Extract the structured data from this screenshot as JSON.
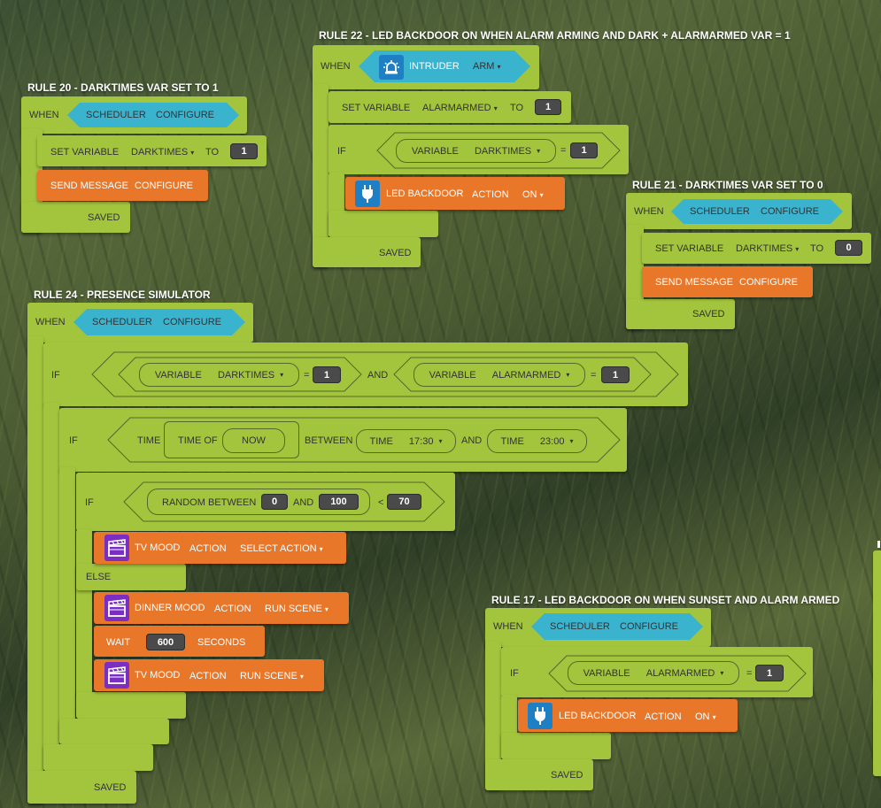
{
  "common": {
    "when": "WHEN",
    "if": "IF",
    "else": "ELSE",
    "saved": "SAVED",
    "and": "AND",
    "eq": "=",
    "lt": "<",
    "scheduler": "SCHEDULER",
    "configure": "CONFIGURE",
    "set_variable": "SET VARIABLE",
    "to": "TO",
    "variable": "VARIABLE",
    "send_message": "SEND MESSAGE",
    "action": "ACTION",
    "caret": "▾"
  },
  "rule20": {
    "title": "RULE 20 - DARKTIMES VAR SET TO 1",
    "var": "DARKTIMES",
    "value": "1",
    "msg": "CONFIGURE"
  },
  "rule22": {
    "title": "RULE 22 - LED BACKDOOR ON WHEN ALARM ARMING AND DARK + ALARMARMED VAR = 1",
    "trigger_device": "INTRUDER",
    "trigger_event": "ARM",
    "set_var": "ALARMARMED",
    "set_value": "1",
    "if_var": "DARKTIMES",
    "if_value": "1",
    "device": "LED BACKDOOR",
    "device_action": "ON"
  },
  "rule21": {
    "title": "RULE 21 - DARKTIMES VAR SET TO 0",
    "var": "DARKTIMES",
    "value": "0",
    "msg": "CONFIGURE"
  },
  "rule24": {
    "title": "RULE 24 - PRESENCE SIMULATOR",
    "var1": "DARKTIMES",
    "val1": "1",
    "var2": "ALARMARMED",
    "val2": "1",
    "time": "TIME",
    "time_of": "TIME OF",
    "now": "NOW",
    "between": "BETWEEN",
    "time_start": "17:30",
    "time_end": "23:00",
    "random_between": "RANDOM BETWEEN",
    "rand_min": "0",
    "rand_max": "100",
    "rand_cmp": "70",
    "tv_mood": "TV MOOD",
    "select_action": "SELECT ACTION",
    "dinner_mood": "DINNER MOOD",
    "run_scene": "RUN SCENE",
    "wait": "WAIT",
    "wait_value": "600",
    "seconds": "SECONDS"
  },
  "rule17": {
    "title": "RULE 17 - LED BACKDOOR ON WHEN SUNSET AND ALARM ARMED",
    "var": "ALARMARMED",
    "value": "1",
    "device": "LED BACKDOOR",
    "device_action": "ON"
  },
  "colors": {
    "block_green": "#a3c43d",
    "event_blue": "#3ab3cf",
    "action_orange": "#e9772a",
    "value_dark": "#4a4a4a",
    "icon_blue": "#1f7fc4",
    "icon_purple": "#7a2ec2"
  }
}
